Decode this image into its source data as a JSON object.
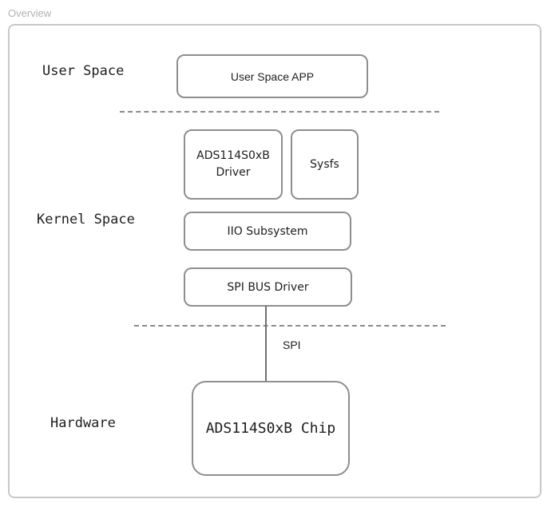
{
  "frame": {
    "title": "Overview"
  },
  "layers": {
    "user_space": "User Space",
    "kernel_space": "Kernel Space",
    "hardware": "Hardware"
  },
  "boxes": {
    "user_app": "User Space APP",
    "driver_line1": "ADS114S0xB",
    "driver_line2": "Driver",
    "sysfs": "Sysfs",
    "iio": "IIO Subsystem",
    "spi_driver": "SPI BUS Driver",
    "chip": "ADS114S0xB Chip"
  },
  "connections": {
    "spi_label": "SPI"
  }
}
